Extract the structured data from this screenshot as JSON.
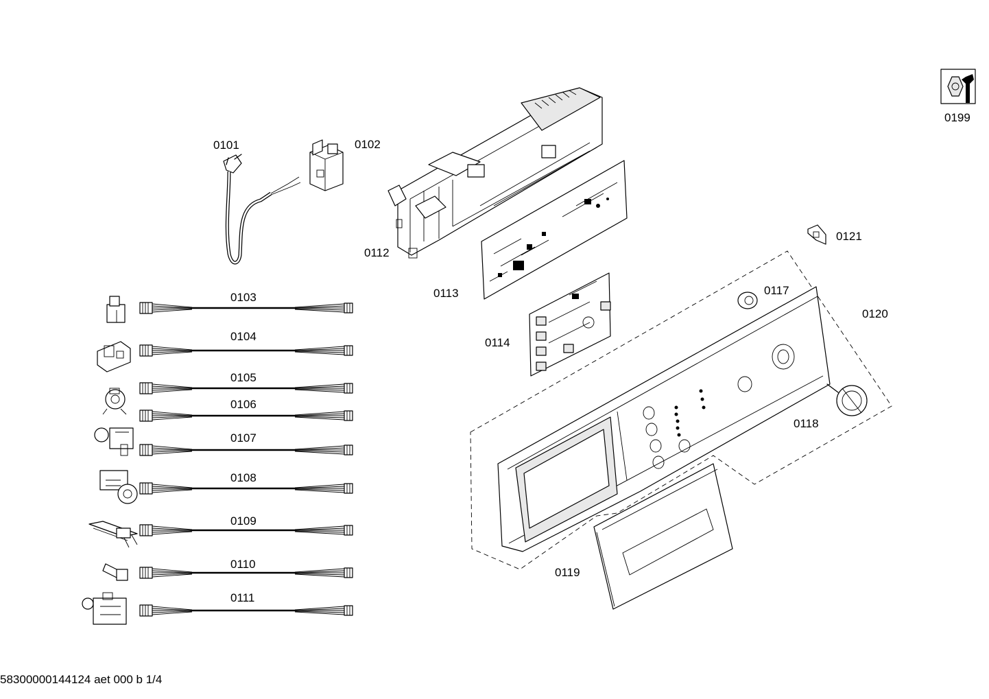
{
  "diagram": {
    "labels": {
      "p0101": "0101",
      "p0102": "0102",
      "p0103": "0103",
      "p0104": "0104",
      "p0105": "0105",
      "p0106": "0106",
      "p0107": "0107",
      "p0108": "0108",
      "p0109": "0109",
      "p0110": "0110",
      "p0111": "0111",
      "p0112": "0112",
      "p0113": "0113",
      "p0114": "0114",
      "p0117": "0117",
      "p0118": "0118",
      "p0119": "0119",
      "p0120": "0120",
      "p0121": "0121",
      "p0199": "0199"
    },
    "icons": {
      "tools": "wrench-nut-icon"
    }
  },
  "footer": {
    "document_id": "58300000144124 aet 000 b 1/4"
  }
}
